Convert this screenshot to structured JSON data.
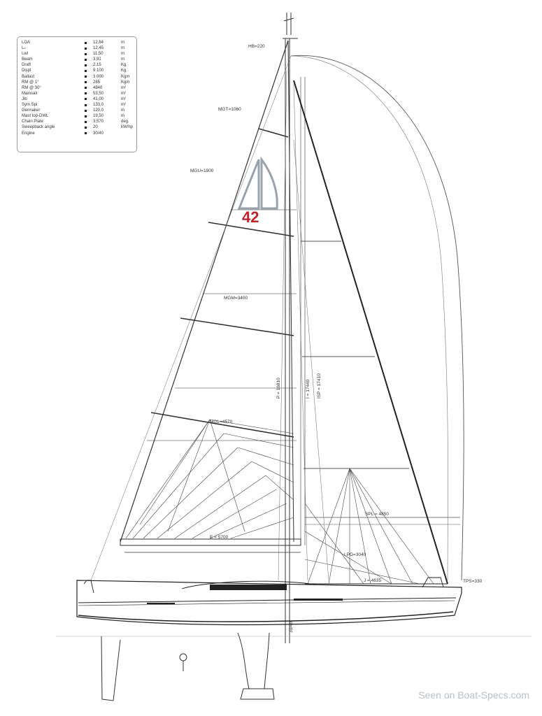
{
  "specs": [
    {
      "label": "LOA",
      "value": "12,84",
      "unit": "m"
    },
    {
      "label": "Lₕ",
      "value": "12,45",
      "unit": "m"
    },
    {
      "label": "Lwl",
      "value": "11,50",
      "unit": "m"
    },
    {
      "label": "Beam",
      "value": "3,91",
      "unit": "m"
    },
    {
      "label": "Draft",
      "value": "2,15",
      "unit": "Kg"
    },
    {
      "label": "Displ",
      "value": "9 100",
      "unit": "Kg"
    },
    {
      "label": "Ballast",
      "value": "3 000",
      "unit": "Kgm"
    },
    {
      "label": "RM @ 1°",
      "value": "285",
      "unit": "Kgm"
    },
    {
      "label": "RM @ 30°",
      "value": "4840",
      "unit": "m²"
    },
    {
      "label": "Mainsail",
      "value": "53,50",
      "unit": "m²"
    },
    {
      "label": "Jib",
      "value": "41,00",
      "unit": "m²"
    },
    {
      "label": "Sym Spi",
      "value": "133,0",
      "unit": "m²"
    },
    {
      "label": "Gennaker",
      "value": "120,0",
      "unit": "m"
    },
    {
      "label": "Mast top-DWL",
      "value": "19,50",
      "unit": "m"
    },
    {
      "label": "Chain Plate",
      "value": "3,570",
      "unit": "deg."
    },
    {
      "label": "Sweepback angle",
      "value": "20",
      "unit": "kW/hp"
    },
    {
      "label": "Engine",
      "value": "30/40",
      "unit": ""
    }
  ],
  "logo": {
    "number": "42"
  },
  "labels": {
    "hb": "HB=220",
    "mgt": "MGT=1060",
    "mgu": "MGU=1900",
    "mgm": "MGM=3400",
    "mgl": "MGL=4570",
    "e": "E = 5700",
    "spl": "SPL = 4850",
    "lpg": "LPG=3040",
    "j": "J = 4635",
    "tps": "TPS=330",
    "p": "P = 16810",
    "i": "I = 17440",
    "isp": "ISP = 17410",
    "cable": "30/40"
  },
  "watermark": "Seen on Boat-Specs.com",
  "colors": {
    "line": "#333333",
    "logo_red": "#c2242c",
    "logo_grey": "#9aa3ab",
    "watermark": "#b9c0c8"
  }
}
